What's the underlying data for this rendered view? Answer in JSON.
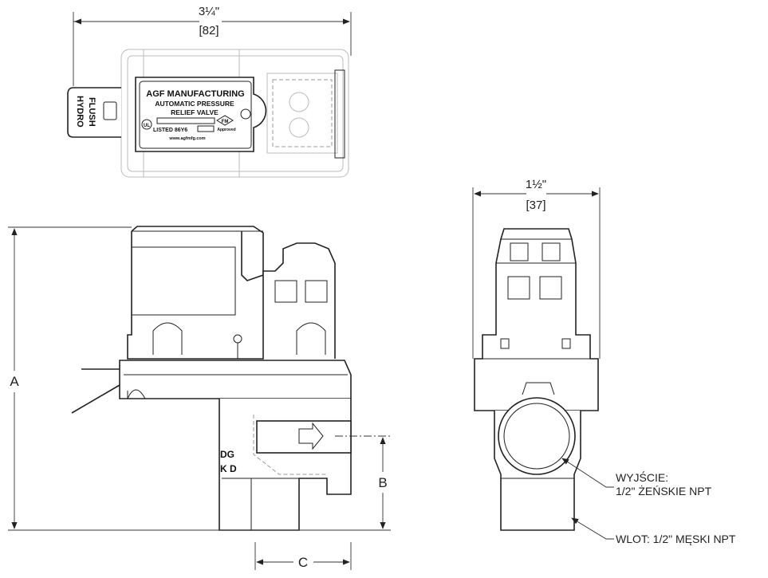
{
  "dimensions": {
    "top_width_in": "3¼\"",
    "top_width_mm": "[82]",
    "front_width_in": "1½\"",
    "front_width_mm": "[37]",
    "label_a": "A",
    "label_b": "B",
    "label_c": "C"
  },
  "nameplate": {
    "line1": "AGF MANUFACTURING",
    "line2": "AUTOMATIC PRESSURE",
    "line3": "RELIEF VALVE",
    "listed": "LISTED 86Y6",
    "website": "www.agfmfg.com",
    "ul_mark": "UL",
    "fm_mark": "FM",
    "fm_approved": "Approved"
  },
  "tab": {
    "line1": "FLUSH",
    "line2": "HYDRO"
  },
  "side_marks": {
    "line1": "DG",
    "line2": "K D"
  },
  "callouts": {
    "outlet_line1": "WYJŚCIE:",
    "outlet_line2": "1/2\" ŻEŃSKIE NPT",
    "inlet": "WLOT: 1/2\" MĘSKI NPT"
  }
}
